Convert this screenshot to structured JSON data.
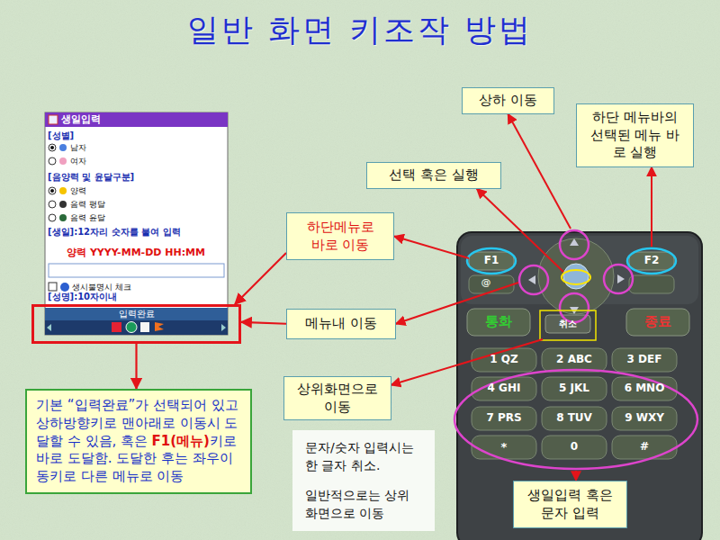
{
  "diagram": {
    "title": "일반 화면 키조작 방법",
    "nodes": [
      {
        "text": [
          "상하 이동"
        ]
      },
      {
        "text": [
          "하단 메뉴바의 선택된 메뉴 바로 실행"
        ]
      },
      {
        "text": [
          "선택 혹은 실행"
        ]
      },
      {
        "text": [
          "하단메뉴로 바로 이동"
        ]
      },
      {
        "text": [
          "입력완료"
        ]
      },
      {
        "text": [
          "메뉴내 이동"
        ]
      },
      {
        "text": [
          "상위화면으로 이동"
        ]
      },
      {
        "text": [
          "기본 “입력완료”가 선택되어 있고 상하방향키로 맨아래로 이동시 도달할 수 있음, 혹은",
          "F1(메뉴)",
          "키로 바로 도달함. 도달한 후는 좌우이동키로 다른 메뉴로 이동"
        ]
      },
      {
        "text": [
          "문자/숫자 입력시는 한 글자 취소.",
          "일반적으로는 상위화면으로 이동"
        ]
      },
      {
        "text": [
          "생일입력 혹은 문자 입력"
        ]
      }
    ],
    "edges": [
      {
        "from": 4,
        "to": 7,
        "arrow": "to"
      },
      {
        "from": 5,
        "to": 4,
        "arrow": "to"
      },
      {
        "from": 3,
        "to": 4,
        "arrow": "to"
      }
    ],
    "labels": [
      "생일입력",
      "[성별]",
      "남자",
      "여자",
      "[음양력 및 윤달구분]",
      "양력",
      "음력 평달",
      "음력 윤달",
      "[생일]:12자리 숫자를 붙여 입력",
      "양력 YYYY-MM-DD HH:MM",
      "생시불명시 체크",
      "[성명]:10자이내",
      "F1",
      "F2",
      "@",
      "통화",
      "취소",
      "종료",
      "1 QZ",
      "2 ABC",
      "3 DEF",
      "4 GHI",
      "5 JKL",
      "6 MNO",
      "7 PRS",
      "8 TUV",
      "9 WXY",
      "*",
      "0",
      "#"
    ]
  }
}
